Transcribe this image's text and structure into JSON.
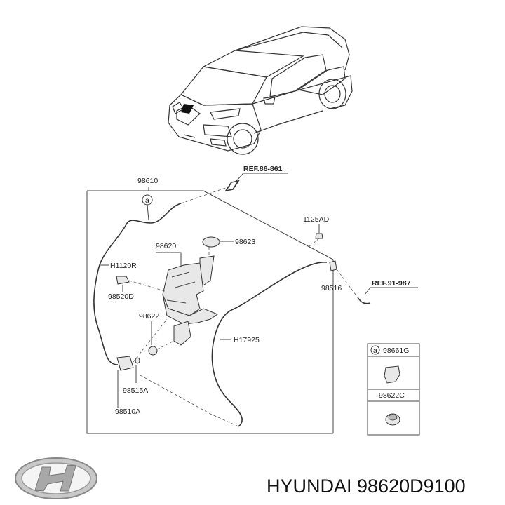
{
  "diagram": {
    "refs": {
      "ref_top": "REF.86-861",
      "ref_right": "REF.91-987"
    },
    "callout_letter": "a",
    "parts": {
      "p98610": "98610",
      "p1125AD": "1125AD",
      "p98623": "98623",
      "p98620": "98620",
      "pH1120R": "H1120R",
      "p98520D": "98520D",
      "p98516": "98516",
      "p98622": "98622",
      "pH17925": "H17925",
      "p98515A": "98515A",
      "p98510A": "98510A"
    },
    "legend": {
      "item_a_code": "98661G",
      "item_b_code": "98622C"
    }
  },
  "caption": "HYUNDAI 98620D9100"
}
